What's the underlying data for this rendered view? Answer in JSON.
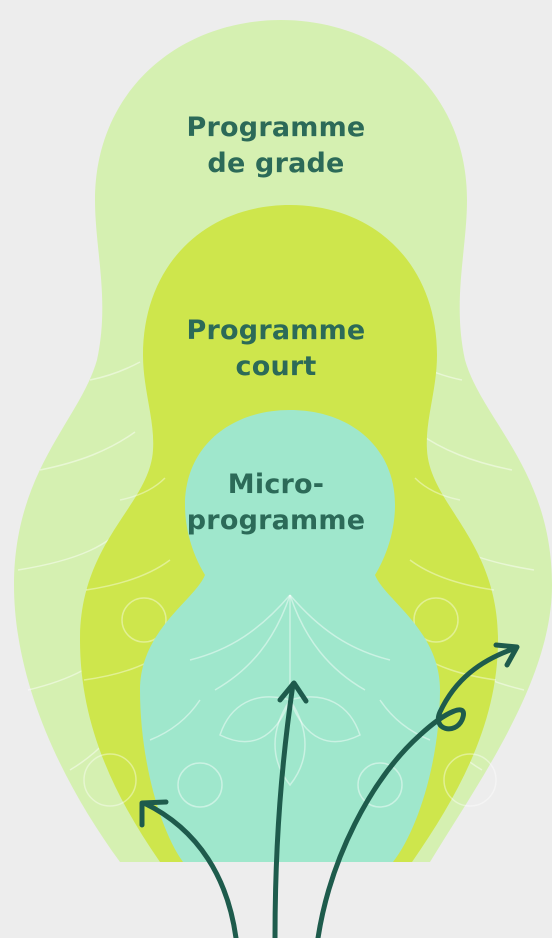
{
  "colors": {
    "background": "#ededed",
    "outer_doll": "#d5f0b1",
    "middle_doll": "#cee64c",
    "inner_doll": "#9fe7cc",
    "label": "#2c6a58",
    "arrows": "#1e5b4c",
    "ornament": "#ffffff"
  },
  "dolls": {
    "outer": {
      "line1": "Programme",
      "line2": "de grade"
    },
    "middle": {
      "line1": "Programme",
      "line2": "court"
    },
    "inner": {
      "line1": "Micro-",
      "line2": "programme"
    }
  },
  "arrows_icon": "branching-arrows-icon"
}
